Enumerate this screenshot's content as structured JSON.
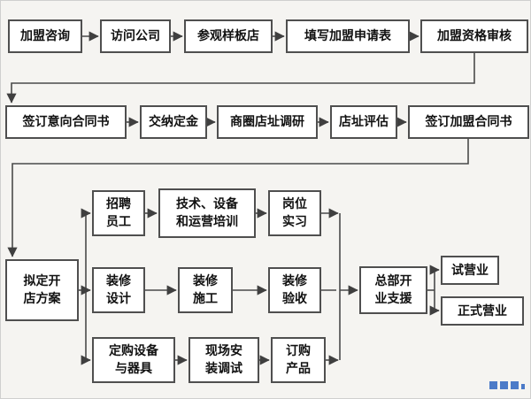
{
  "diagram": {
    "type": "flowchart",
    "nodes": {
      "consult": {
        "label": "加盟咨询"
      },
      "visit": {
        "label": "访问公司"
      },
      "sample_store": {
        "label": "参观样板店"
      },
      "application_form": {
        "label": "填写加盟申请表"
      },
      "qualification_review": {
        "label": "加盟资格审核"
      },
      "intent_contract": {
        "label": "签订意向合同书"
      },
      "deposit": {
        "label": "交纳定金"
      },
      "site_research": {
        "label": "商圈店址调研"
      },
      "site_evaluation": {
        "label": "店址评估"
      },
      "franchise_contract": {
        "label": "签订加盟合同书"
      },
      "store_plan": {
        "label": "拟定开\n店方案"
      },
      "recruit": {
        "label": "招聘\n员工"
      },
      "training": {
        "label": "技术、设备\n和运营培训"
      },
      "internship": {
        "label": "岗位\n实习"
      },
      "decoration_design": {
        "label": "装修\n设计"
      },
      "decoration_construction": {
        "label": "装修\n施工"
      },
      "decoration_acceptance": {
        "label": "装修\n验收"
      },
      "equipment_purchase": {
        "label": "定购设备\n与器具"
      },
      "onsite_install": {
        "label": "现场安\n装调试"
      },
      "product_order": {
        "label": "订购\n产品"
      },
      "hq_support": {
        "label": "总部开\n业支援"
      },
      "trial_operation": {
        "label": "试营业"
      },
      "official_operation": {
        "label": "正式营业"
      }
    },
    "flow_order": [
      "加盟咨询",
      "访问公司",
      "参观样板店",
      "填写加盟申请表",
      "加盟资格审核",
      "签订意向合同书",
      "交纳定金",
      "商圈店址调研",
      "店址评估",
      "签订加盟合同书",
      "拟定开店方案",
      "招聘员工 → 技术、设备和运营培训 → 岗位实习",
      "装修设计 → 装修施工 → 装修验收",
      "定购设备与器具 → 现场安装调试 → 订购产品",
      "总部开业支援",
      "试营业 / 正式营业"
    ],
    "colors": {
      "background": "#f5f4f1",
      "box_fill": "#ffffff",
      "box_border": "#4f4f4f",
      "arrow": "#3f3f3f",
      "watermark_blue": "#3a6fc4"
    }
  }
}
